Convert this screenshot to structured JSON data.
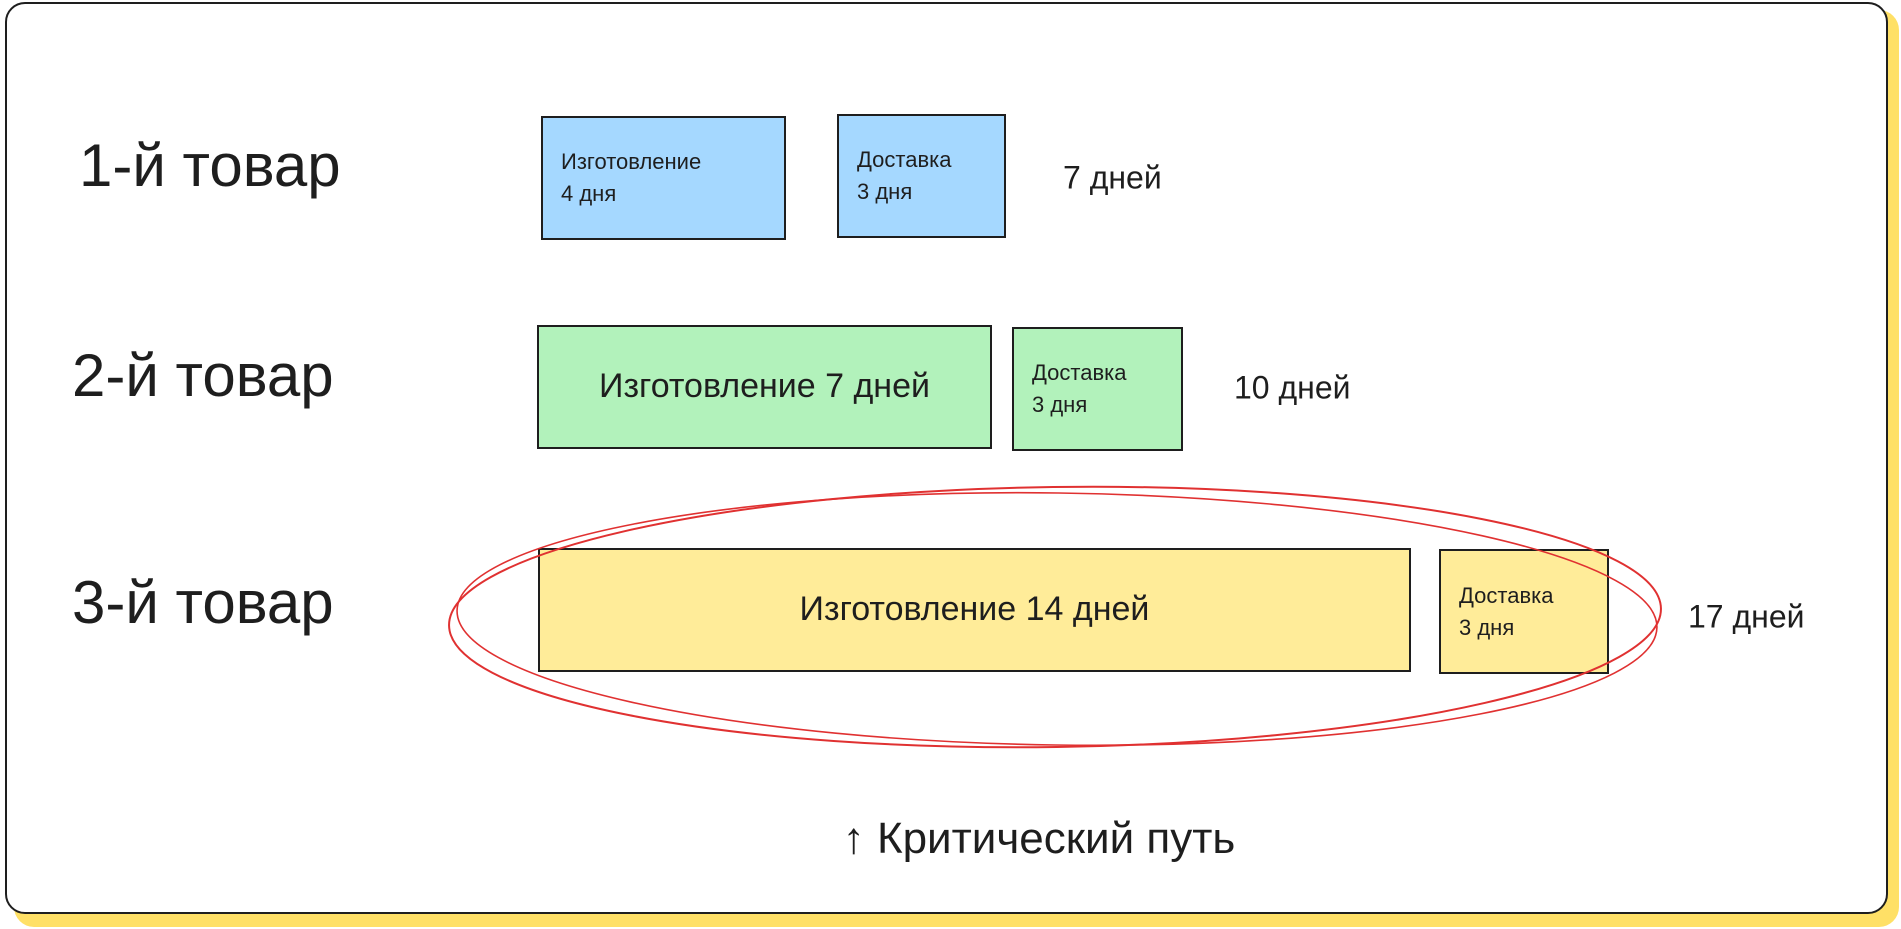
{
  "rows": [
    {
      "label": "1-й товар",
      "make_title": "Изготовление",
      "make_days": "4 дня",
      "delivery_title": "Доставка",
      "delivery_days": "3 дня",
      "total": "7 дней"
    },
    {
      "label": "2-й товар",
      "make": "Изготовление 7 дней",
      "delivery_title": "Доставка",
      "delivery_days": "3 дня",
      "total": "10 дней"
    },
    {
      "label": "3-й товар",
      "make": "Изготовление 14 дней",
      "delivery_title": "Доставка",
      "delivery_days": "3 дня",
      "total": "17 дней"
    }
  ],
  "critical_path": {
    "arrow": "↑",
    "label": "Критический путь"
  },
  "colors": {
    "row1": "#a5d8ff",
    "row2": "#b2f2bb",
    "row3": "#ffec99",
    "highlight": "#e03131",
    "shadow": "#ffe066"
  }
}
